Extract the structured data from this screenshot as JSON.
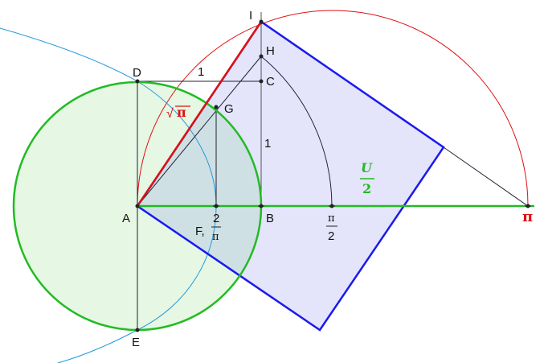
{
  "labels": {
    "I": "I",
    "H": "H",
    "D": "D",
    "C": "C",
    "G": "G",
    "A": "A",
    "B": "B",
    "E": "E",
    "F": "F,",
    "one_top": "1",
    "one_side": "1",
    "sqrt_pi_radical": "√",
    "sqrt_pi_pi": "π",
    "u": "U",
    "u_den": "2",
    "two_over_pi_num": "2",
    "two_over_pi_den": "π",
    "pi_over_2_num": "π",
    "pi_over_2_den": "2",
    "pi": "π"
  },
  "colors": {
    "green": "#22bb22",
    "red": "#e01010",
    "blue": "#1a1aee",
    "cyan": "#2299dd",
    "square_fill": "#e4e4fa",
    "circle_fill": "#e6f7e3",
    "overlap_fill": "#cfe0e4"
  }
}
